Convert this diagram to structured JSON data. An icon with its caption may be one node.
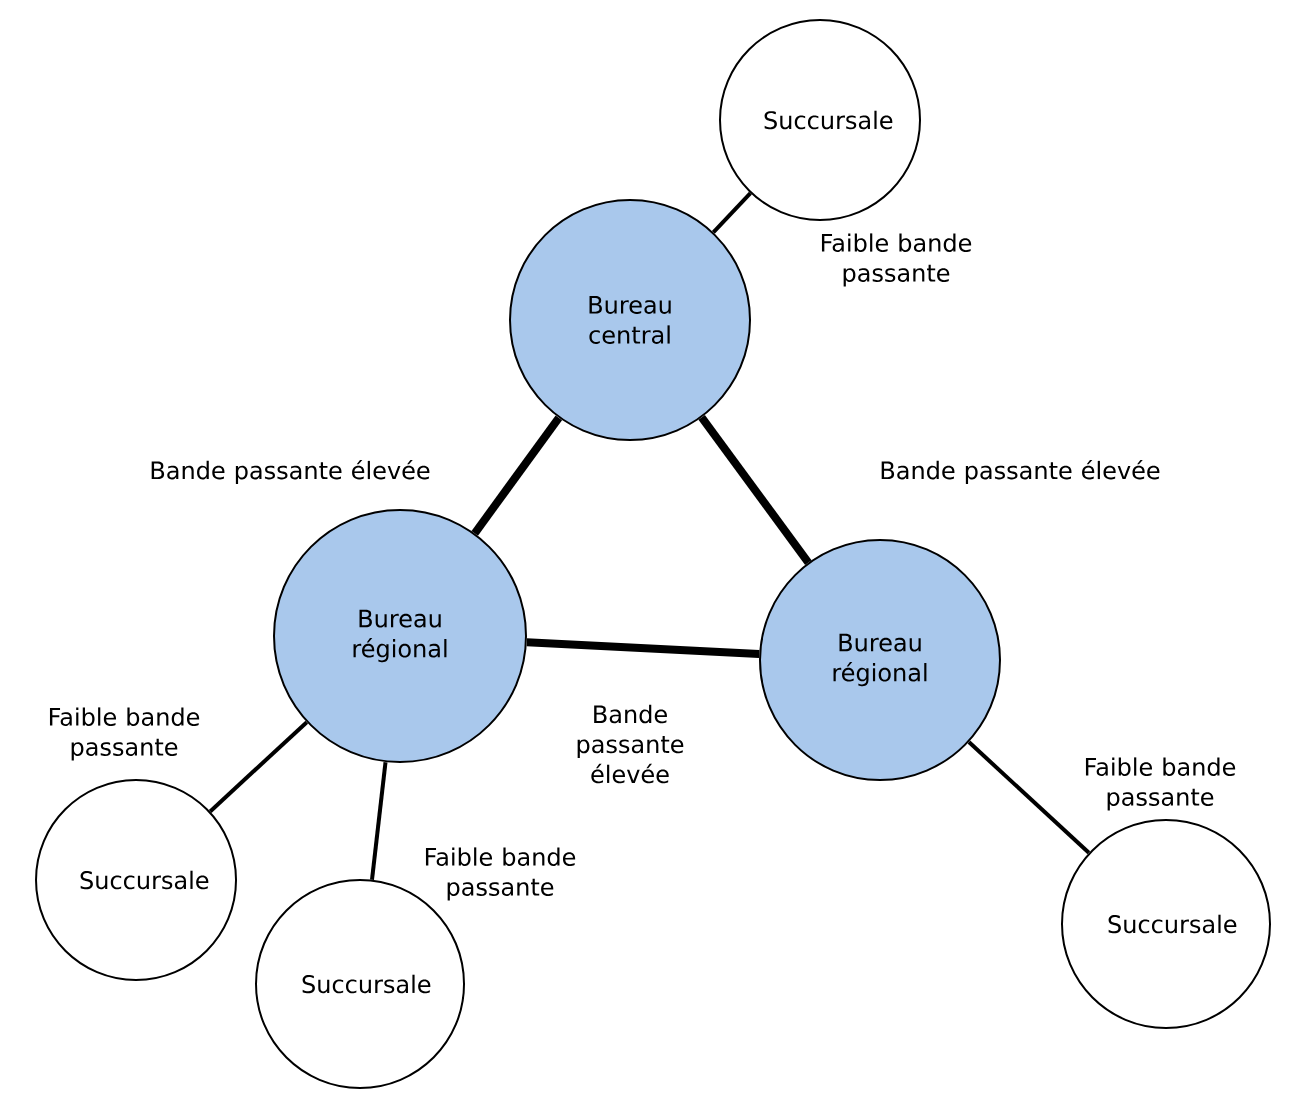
{
  "diagram": {
    "nodes": [
      {
        "text": [
          "Succursale"
        ]
      },
      {
        "text": [
          "Bureau central"
        ]
      },
      {
        "text": [
          "Bureau régional"
        ]
      },
      {
        "text": [
          "Bureau régional"
        ]
      },
      {
        "text": [
          "Succursale"
        ]
      },
      {
        "text": [
          "Succursale"
        ]
      },
      {
        "text": [
          "Succursale"
        ]
      }
    ],
    "edges": [
      {
        "from": 0,
        "to": 1,
        "arrow": "none",
        "label": "Faible bande passante"
      },
      {
        "from": 1,
        "to": 2,
        "arrow": "none",
        "label": "Bande passante élevée",
        "style": "thick"
      },
      {
        "from": 1,
        "to": 3,
        "arrow": "none",
        "label": "Bande passante élevée",
        "style": "thick"
      },
      {
        "from": 2,
        "to": 3,
        "arrow": "none",
        "label": "Bande passante élevée",
        "style": "thick"
      },
      {
        "from": 2,
        "to": 4,
        "arrow": "none",
        "label": "Faible bande passante"
      },
      {
        "from": 2,
        "to": 5,
        "arrow": "none",
        "label": "Faible bande passante"
      },
      {
        "from": 3,
        "to": 6,
        "arrow": "none",
        "label": "Faible bande passante"
      }
    ]
  }
}
